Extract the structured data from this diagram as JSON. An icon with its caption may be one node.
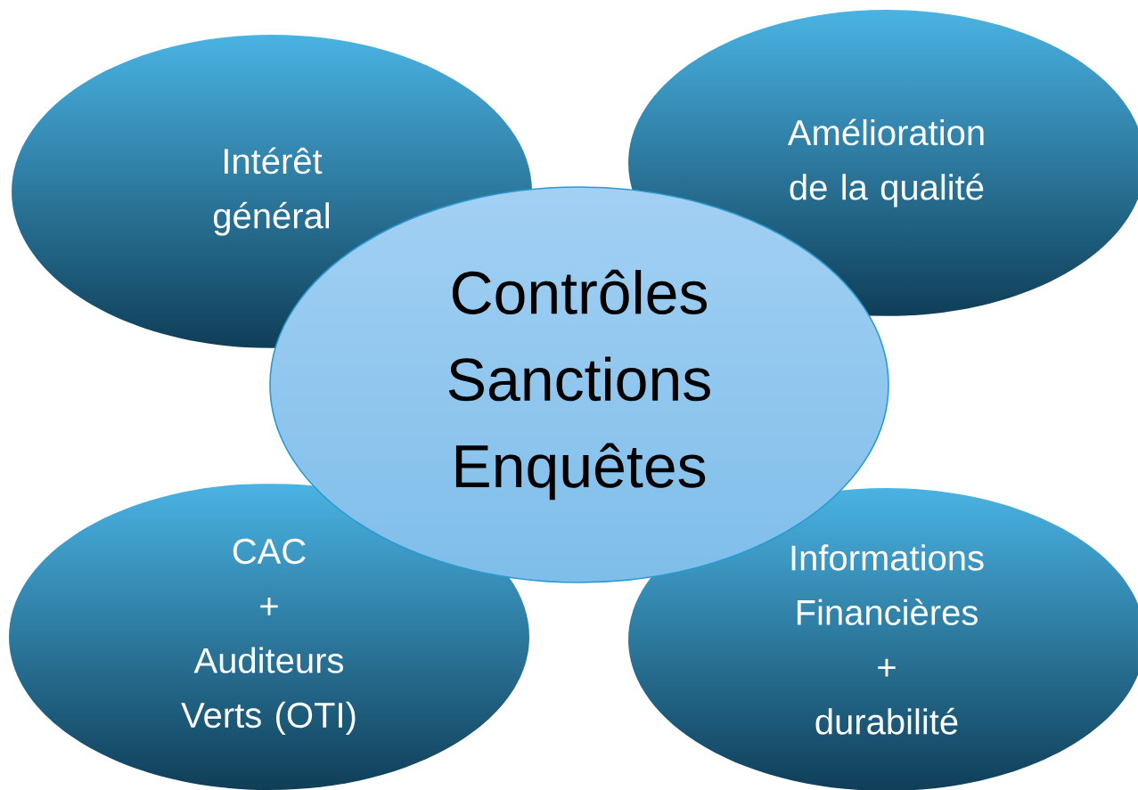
{
  "diagram": {
    "nodes": [
      {
        "text": [
          "Intérêt général"
        ]
      },
      {
        "text": [
          "Amélioration de la qualité"
        ]
      },
      {
        "text": [
          "Contrôles",
          "Sanctions",
          "Enquêtes"
        ]
      },
      {
        "text": [
          "CAC",
          "+",
          "Auditeurs Verts (OTI)"
        ]
      },
      {
        "text": [
          "Informations Financières",
          "+",
          "durabilité"
        ]
      }
    ]
  }
}
